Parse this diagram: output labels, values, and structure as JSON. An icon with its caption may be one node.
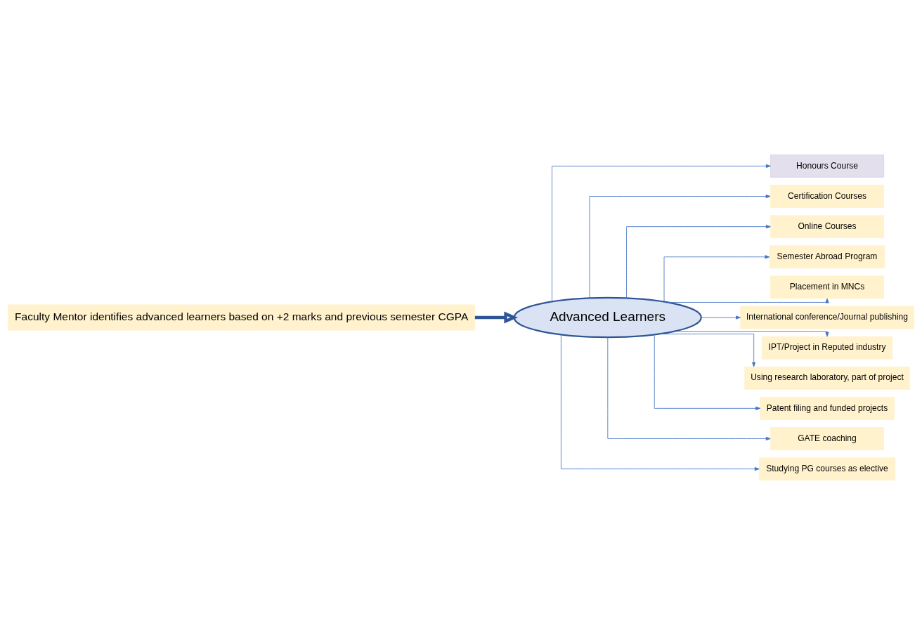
{
  "diagram": {
    "nodes": [
      {
        "text": [
          "Faculty Mentor identifies advanced learners based on +2 marks and previous semester CGPA"
        ]
      },
      {
        "text": [
          "Advanced Learners"
        ]
      },
      {
        "text": [
          "Honours Course"
        ]
      },
      {
        "text": [
          "Certification Courses"
        ]
      },
      {
        "text": [
          "Online Courses"
        ]
      },
      {
        "text": [
          "Semester Abroad Program"
        ]
      },
      {
        "text": [
          "Placement in MNCs"
        ]
      },
      {
        "text": [
          "International conference/Journal publishing"
        ]
      },
      {
        "text": [
          "IPT/Project in Reputed industry"
        ]
      },
      {
        "text": [
          "Using research laboratory, part of project"
        ]
      },
      {
        "text": [
          "Patent filing and funded projects"
        ]
      },
      {
        "text": [
          "GATE coaching"
        ]
      },
      {
        "text": [
          "Studying PG courses as elective"
        ]
      }
    ],
    "edges": [
      {
        "from": 0,
        "to": 1,
        "arrow": "to",
        "style": "thick",
        "color": "#2f5597"
      },
      {
        "from": 1,
        "to": 2,
        "arrow": "to"
      },
      {
        "from": 1,
        "to": 3,
        "arrow": "to"
      },
      {
        "from": 1,
        "to": 4,
        "arrow": "to"
      },
      {
        "from": 1,
        "to": 5,
        "arrow": "to"
      },
      {
        "from": 1,
        "to": 6,
        "arrow": "to"
      },
      {
        "from": 1,
        "to": 7,
        "arrow": "to"
      },
      {
        "from": 1,
        "to": 8,
        "arrow": "to"
      },
      {
        "from": 1,
        "to": 9,
        "arrow": "to"
      },
      {
        "from": 1,
        "to": 10,
        "arrow": "to"
      },
      {
        "from": 1,
        "to": 11,
        "arrow": "to"
      },
      {
        "from": 1,
        "to": 12,
        "arrow": "to"
      }
    ]
  }
}
